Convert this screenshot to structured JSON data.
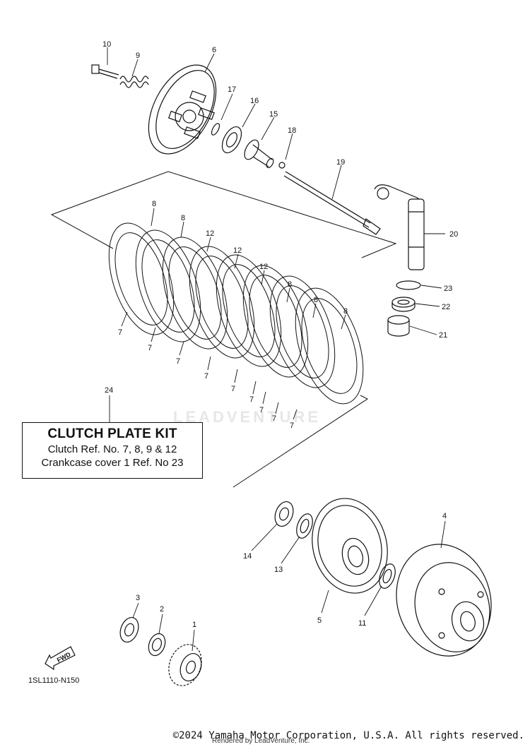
{
  "watermark": "LEADVENTURE",
  "kit": {
    "title": "CLUTCH PLATE KIT",
    "line1": "Clutch Ref. No. 7, 8, 9 & 12",
    "line2": "Crankcase cover 1 Ref. No 23"
  },
  "diagram_code": "1SL1110-N150",
  "fwd_label": "FWD",
  "copyright": "©2024 Yamaha Motor Corporation, U.S.A. All rights reserved.",
  "rendered_by": "Rendered by LeadVenture, Inc.",
  "callouts": {
    "c1": "1",
    "c2": "2",
    "c3": "3",
    "c4": "4",
    "c5": "5",
    "c6": "6",
    "c7a": "7",
    "c7b": "7",
    "c7c": "7",
    "c7d": "7",
    "c7e": "7",
    "c7f": "7",
    "c7g": "7",
    "c7h": "7",
    "c7i": "7",
    "c8a": "8",
    "c8b": "8",
    "c8c": "8",
    "c8d": "8",
    "c8e": "8",
    "c9": "9",
    "c10": "10",
    "c11": "11",
    "c12a": "12",
    "c12b": "12",
    "c12c": "12",
    "c13": "13",
    "c14": "14",
    "c15": "15",
    "c16": "16",
    "c17": "17",
    "c18": "18",
    "c19": "19",
    "c20": "20",
    "c21": "21",
    "c22": "22",
    "c23": "23",
    "c24": "24"
  }
}
